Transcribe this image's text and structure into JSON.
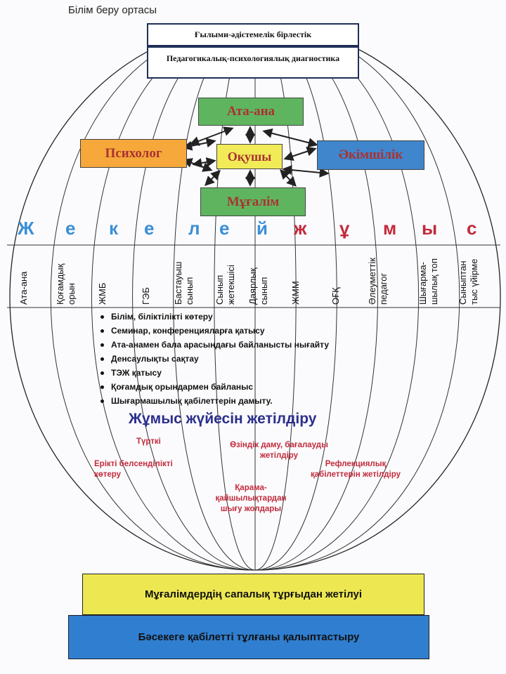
{
  "caption": "Білім беру ортасы",
  "header_boxes": [
    "Ғылыми-әдістемелік бірлестік",
    "Педагогикалық-психологиялық диагностика"
  ],
  "nodes": {
    "parent": "Ата-ана",
    "psychologist": "Психолог",
    "student": "Оқушы",
    "administration": "Әкімшілік",
    "teacher": "Мұғалім"
  },
  "banner_letters": [
    {
      "char": "Ж",
      "color": "#3b8fd6"
    },
    {
      "char": "е",
      "color": "#3b8fd6"
    },
    {
      "char": "к",
      "color": "#3b8fd6"
    },
    {
      "char": "е",
      "color": "#3b8fd6"
    },
    {
      "char": "л",
      "color": "#3b8fd6"
    },
    {
      "char": "е",
      "color": "#3b8fd6"
    },
    {
      "char": "й",
      "color": "#3b8fd6"
    },
    {
      "char": "ж",
      "color": "#c22a3b"
    },
    {
      "char": "ұ",
      "color": "#c22a3b"
    },
    {
      "char": "м",
      "color": "#c22a3b"
    },
    {
      "char": "ы",
      "color": "#c22a3b"
    },
    {
      "char": "с",
      "color": "#c22a3b"
    }
  ],
  "columns": [
    "Ата-ана",
    "Қоғамдық орын",
    "ЖМБ",
    "ГЭБ",
    "Бастауыш сынып",
    "Сынып жетекшісі",
    "Даярлық сынып",
    "ЖММ",
    "ОҒҚ",
    "Әлеуметтік педагог",
    "Шығарма-шылық топ",
    "Сыныптан тыс үйірме"
  ],
  "bullets": [
    "Білім, біліктілікті көтеру",
    "Семинар, конференцияларға қатысу",
    "Ата-анамен бала арасындағы байланысты нығайту",
    "Денсаулықты сақтау",
    "ТЭЖ қатысу",
    "Қоғамдық орындармен байланыс",
    "Шығармашылық қабілеттерін дамыту."
  ],
  "section_title": "Жұмыс жүйесін жетілдіру",
  "red_notes": {
    "motive": "Түрткі",
    "activity": "Ерікті белсенділікті көтеру",
    "selfdev": "Өзіндік даму, бағалауды жетілдіру",
    "reflection": "Рефлекциялық қабілеттерін жетілдіру",
    "conflict": "Қарама-қайшылықтардан шығу жолдары"
  },
  "base_bars": [
    "Мұғалімдердің сапалық тұрғыдан жетілуі",
    "Бәсекеге қабілетті тұлғаны қалыптастыру"
  ]
}
